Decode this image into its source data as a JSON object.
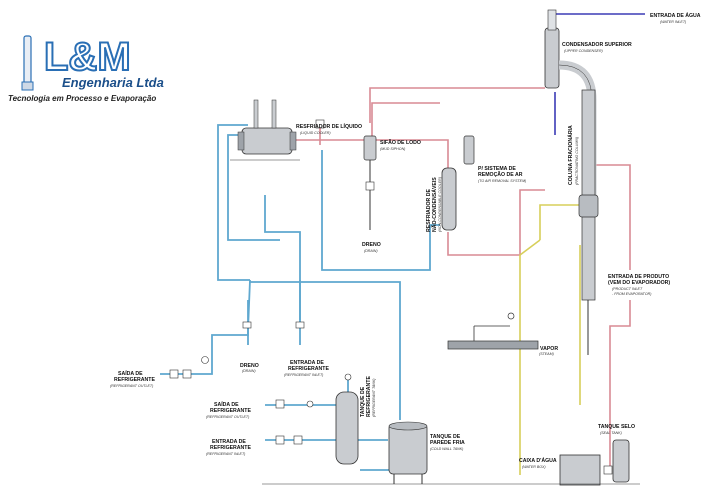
{
  "logo": {
    "mark": "L&M",
    "company": "Engenharia Ltda",
    "tagline": "Tecnologia em Processo e Evaporação"
  },
  "colors": {
    "water": "#3b3bb5",
    "refrigerant": "#5fa8cf",
    "steam": "#d7cf5a",
    "product": "#d98a94",
    "vessel": "#c9ccd0",
    "outline": "#333333"
  },
  "labels": {
    "water_inlet": {
      "main": "ENTRADA DE ÁGUA",
      "sub": "(WATER INLET)"
    },
    "upper_condenser": {
      "main": "CONDENSADOR SUPERIOR",
      "sub": "(UPPER CONDENSER)"
    },
    "liquid_cooler": {
      "main": "RESFRIADOR DE LÍQUIDO",
      "sub": "(LIQUID COOLER)"
    },
    "mud_siphon": {
      "main": "SIFÃO DE LODO",
      "sub": "(MUD SIPHON)"
    },
    "air_removal_1": "P/ SISTEMA DE",
    "air_removal_2": "REMOÇÃO DE AR",
    "air_removal_sub": "(TO AIR REMOVAL SYSTEM)",
    "noncond_cooler_1": "RESFRIADOR DE",
    "noncond_cooler_2": "NÃO-CONDENSÁVEIS",
    "noncond_cooler_sub": "(NON-CONDENSABLE COOLER)",
    "column_1": "COLUNA FRACIONÁRIA",
    "column_sub": "(FRACTIONATING COLUMN)",
    "drain_top": {
      "main": "DRENO",
      "sub": "(DRAIN)"
    },
    "product_inlet_1": "ENTRADA DE PRODUTO",
    "product_inlet_2": "(VEM DO EVAPORADOR)",
    "product_inlet_sub1": "(PRODUCT INLET",
    "product_inlet_sub2": "- FROM EVAPORATOR)",
    "steam": {
      "main": "VAPOR",
      "sub": "(STEAM)"
    },
    "refrig_outlet_1": {
      "l1": "SAÍDA DE",
      "l2": "REFRIGERANTE",
      "sub": "(REFRIGERANT OUTLET)"
    },
    "drain_bottom": {
      "main": "DRENO",
      "sub": "(DRAIN)"
    },
    "refrig_inlet_1": {
      "l1": "ENTRADA DE",
      "l2": "REFRIGERANTE",
      "sub": "(REFRIGERANT INLET)"
    },
    "refrig_outlet_2": {
      "l1": "SAÍDA DE",
      "l2": "REFRIGERANTE",
      "sub": "(REFRIGERANT OUTLET)"
    },
    "refrig_inlet_2": {
      "l1": "ENTRADA DE",
      "l2": "REFRIGERANTE",
      "sub": "(REFRIGERANT INLET)"
    },
    "refrig_tank_1": "TANQUE DE",
    "refrig_tank_2": "REFRIGERANTE",
    "refrig_tank_sub": "(REFRIGERANT TANK)",
    "cold_tank_1": "TANQUE DE",
    "cold_tank_2": "PAREDE FRIA",
    "cold_tank_sub": "(COLD WALL TANK)",
    "water_box": {
      "main": "CAIXA D'ÁGUA",
      "sub": "(WATER BOX)"
    },
    "seal_tank": {
      "main": "TANQUE SELO",
      "sub": "(SEAL TANK)"
    }
  }
}
